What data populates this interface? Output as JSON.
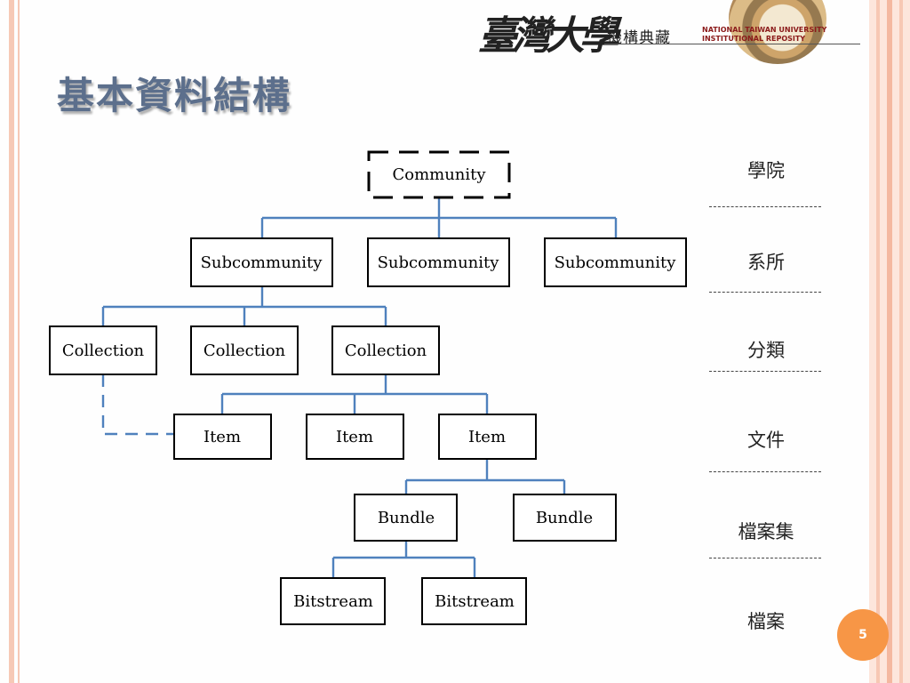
{
  "slide": {
    "title": "基本資料結構",
    "page_number": "5",
    "accent_color": "#4f81bd",
    "badge_color": "#f79646"
  },
  "logo": {
    "calligraphy": "臺灣大學",
    "cn_name": "機構典藏",
    "en_line1": "NATIONAL TAIWAN UNIVERSITY",
    "en_line2": "INSTITUTIONAL REPOSITY"
  },
  "diagram": {
    "community": "Community",
    "subcommunities": [
      "Subcommunity",
      "Subcommunity",
      "Subcommunity"
    ],
    "collections": [
      "Collection",
      "Collection",
      "Collection"
    ],
    "items": [
      "Item",
      "Item",
      "Item"
    ],
    "bundles": [
      "Bundle",
      "Bundle"
    ],
    "bitstreams": [
      "Bitstream",
      "Bitstream"
    ]
  },
  "levels": [
    "學院",
    "系所",
    "分類",
    "文件",
    "檔案集",
    "檔案"
  ]
}
